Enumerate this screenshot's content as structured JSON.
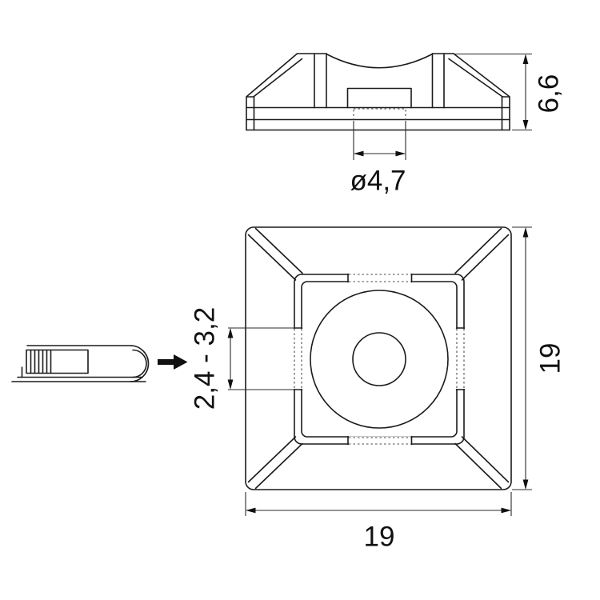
{
  "drawing": {
    "type": "technical-drawing-cable-tie-mount",
    "dims": {
      "height": "6,6",
      "hole": "ø4,7",
      "width": "19",
      "depth": "19",
      "slot": "2,4 - 3,2"
    },
    "colors": {
      "line": "#1b1b1b",
      "dimension_line": "#2b2b2b",
      "hidden_line": "#4a4a4a",
      "background": "#ffffff"
    }
  }
}
